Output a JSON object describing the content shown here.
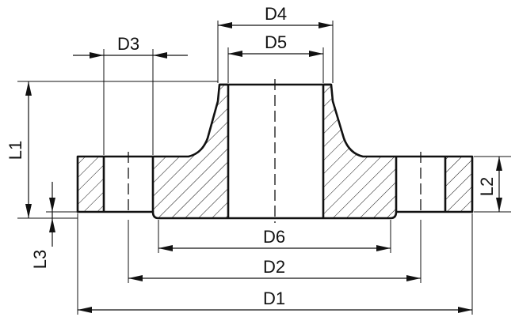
{
  "diagram": {
    "labels": {
      "d4": "D4",
      "d5": "D5",
      "d3": "D3",
      "d6": "D6",
      "d2": "D2",
      "d1": "D1",
      "l1": "L1",
      "l2": "L2",
      "l3": "L3"
    },
    "colors": {
      "ink": "#111111",
      "background": "#ffffff"
    }
  }
}
